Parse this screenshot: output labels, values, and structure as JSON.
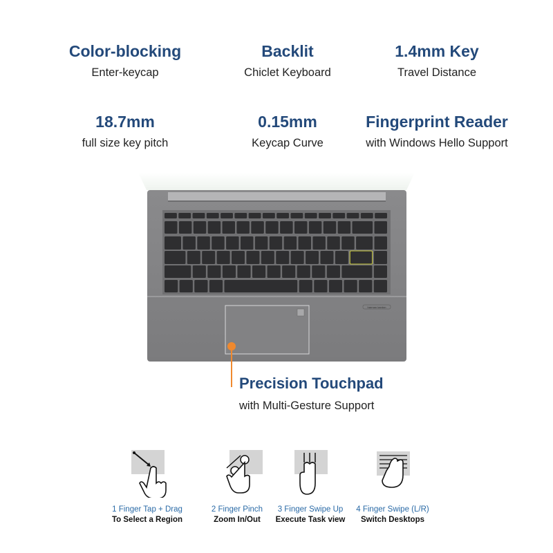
{
  "features": [
    {
      "title": "Color-blocking",
      "subtitle": "Enter-keycap"
    },
    {
      "title": "Backlit",
      "subtitle": "Chiclet Keyboard"
    },
    {
      "title": "1.4mm Key",
      "subtitle": "Travel Distance"
    },
    {
      "title": "18.7mm",
      "subtitle": "full size key pitch"
    },
    {
      "title": "0.15mm",
      "subtitle": "Keycap Curve"
    },
    {
      "title": "Fingerprint Reader",
      "subtitle": "with Windows Hello Support"
    }
  ],
  "touchpad": {
    "title": "Precision Touchpad",
    "subtitle": "with Multi-Gesture Support"
  },
  "gestures": [
    {
      "line1": "1 Finger Tap + Drag",
      "line2": "To Select a Region",
      "icon": "tap-drag-icon"
    },
    {
      "line1": "2 Finger Pinch",
      "line2": "Zoom In/Out",
      "icon": "pinch-icon"
    },
    {
      "line1": "3 Finger Swipe Up",
      "line2": "Execute Task view",
      "icon": "swipe-up-icon"
    },
    {
      "line1": "4 Finger Swipe (L/R)",
      "line2": "Switch Desktops",
      "icon": "swipe-lr-icon"
    }
  ],
  "laptop": {
    "brand_mark": "harman kardon"
  },
  "colors": {
    "heading": "#23497a",
    "caption": "#2a6aa6",
    "accent": "#f0892e",
    "enter_key": "#c8c83a"
  }
}
